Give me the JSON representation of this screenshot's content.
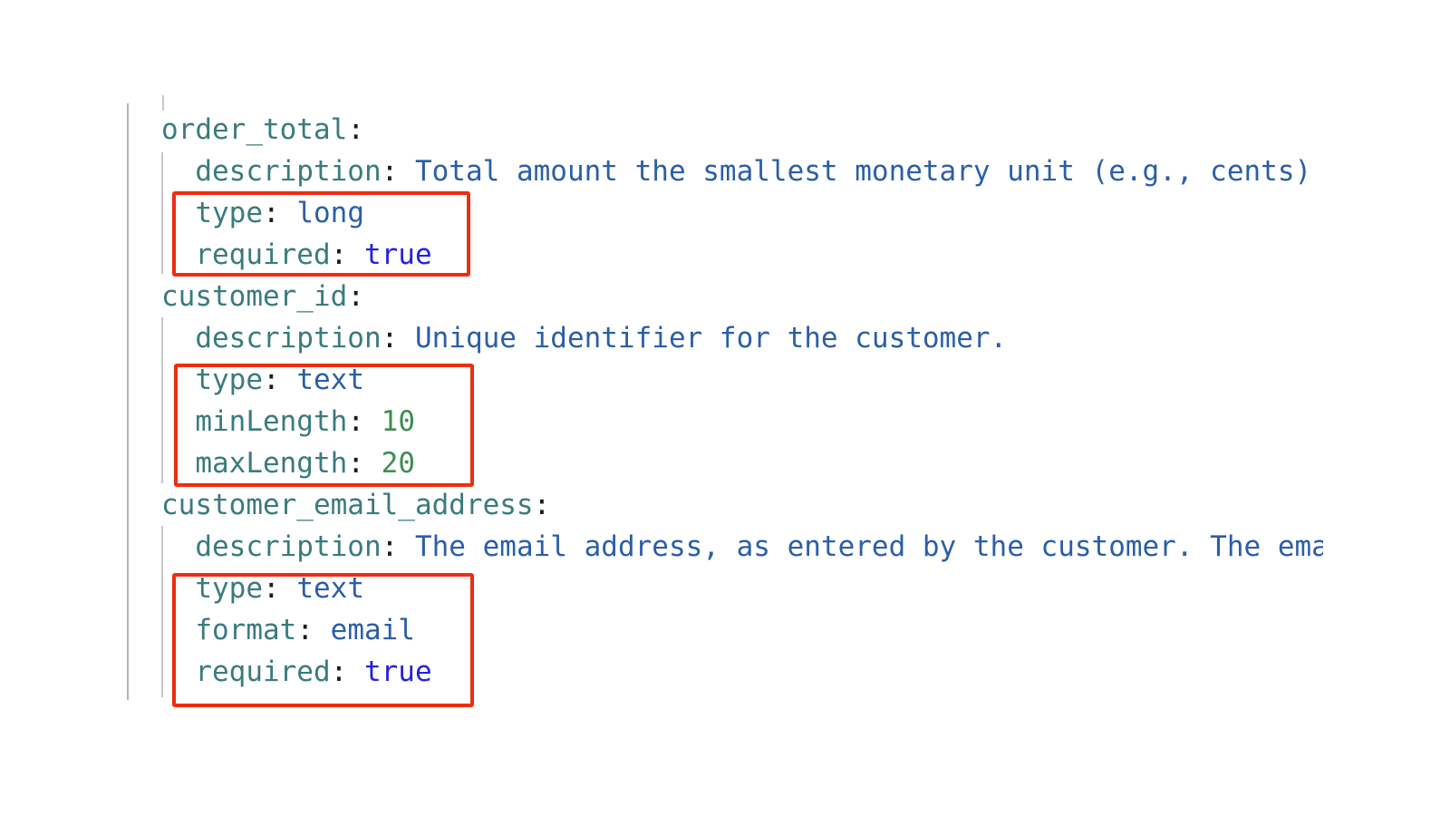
{
  "editor": {
    "language": "yaml",
    "syntax": {
      "colon": ":",
      "indent_unit": "  ",
      "key_value_gap": " "
    },
    "colors": {
      "key": "#3a7b7e",
      "string_value": "#2b5fa6",
      "boolean_value": "#2424d9",
      "number_value": "#3e8e50",
      "colon": "#1b1b1b",
      "annotation_box": "#ee2d12",
      "indent_guide": "#b3b3b3"
    },
    "lines": [
      {
        "indent": 0,
        "key": "order_total",
        "value": "",
        "value_type": "none"
      },
      {
        "indent": 1,
        "key": "description",
        "value": "Total amount the smallest monetary unit (e.g., cents)",
        "value_type": "string"
      },
      {
        "indent": 1,
        "key": "type",
        "value": "long",
        "value_type": "string"
      },
      {
        "indent": 1,
        "key": "required",
        "value": "true",
        "value_type": "boolean"
      },
      {
        "indent": 0,
        "key": "customer_id",
        "value": "",
        "value_type": "none"
      },
      {
        "indent": 1,
        "key": "description",
        "value": "Unique identifier for the customer.",
        "value_type": "string"
      },
      {
        "indent": 1,
        "key": "type",
        "value": "text",
        "value_type": "string"
      },
      {
        "indent": 1,
        "key": "minLength",
        "value": "10",
        "value_type": "number"
      },
      {
        "indent": 1,
        "key": "maxLength",
        "value": "20",
        "value_type": "number"
      },
      {
        "indent": 0,
        "key": "customer_email_address",
        "value": "",
        "value_type": "none"
      },
      {
        "indent": 1,
        "key": "description",
        "value": "The email address, as entered by the customer. The ema",
        "value_type": "string",
        "truncated_at_right_edge": true
      },
      {
        "indent": 1,
        "key": "type",
        "value": "text",
        "value_type": "string"
      },
      {
        "indent": 1,
        "key": "format",
        "value": "email",
        "value_type": "string"
      },
      {
        "indent": 1,
        "key": "required",
        "value": "true",
        "value_type": "boolean"
      }
    ],
    "annotations": [
      {
        "name": "highlight-box-1",
        "highlighted_line_indices": [
          2,
          3
        ]
      },
      {
        "name": "highlight-box-2",
        "highlighted_line_indices": [
          6,
          7,
          8
        ]
      },
      {
        "name": "highlight-box-3",
        "highlighted_line_indices": [
          11,
          12,
          13
        ]
      }
    ]
  }
}
